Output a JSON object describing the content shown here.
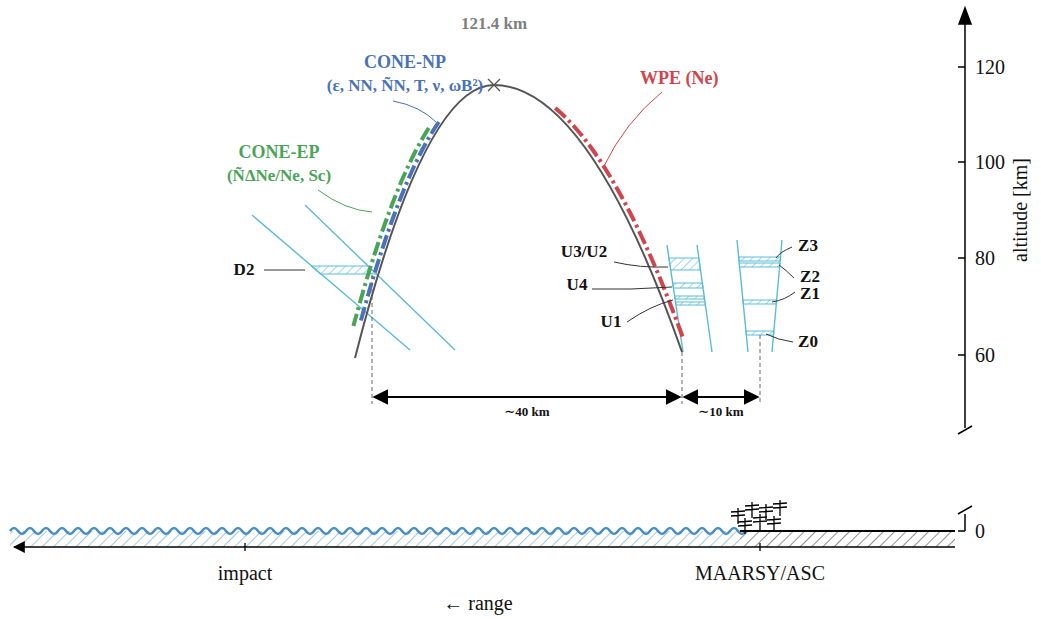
{
  "diagram": {
    "labels": [
      "121.4 km",
      "CONE-NP",
      "(ε, NN, ÑN, T, ν, ωB²)",
      "CONE-EP",
      "(ÑΔNe/Ne, Sc)",
      "WPE (Ne)",
      "D2",
      "U3/U2",
      "U4",
      "U1",
      "Z3",
      "Z2",
      "Z1",
      "Z0",
      "∼40 km",
      "∼10 km",
      "120",
      "100",
      "80",
      "60",
      "altitude [km]",
      "0",
      "impact",
      "MAARSY/ASC",
      "← range"
    ]
  }
}
